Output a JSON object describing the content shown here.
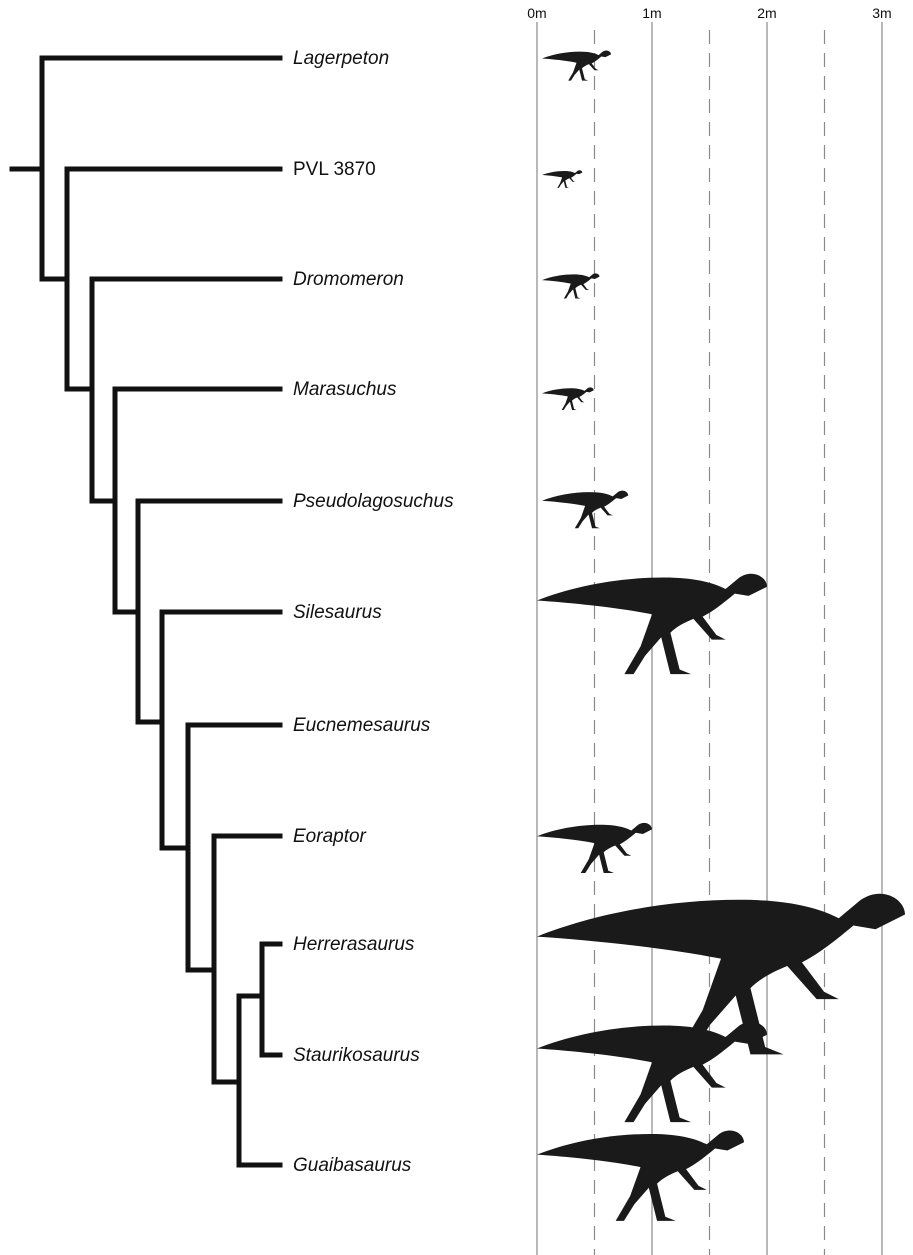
{
  "diagram": {
    "scale": {
      "unit_labels": [
        "0m",
        "1m",
        "2m",
        "3m"
      ],
      "solid_lines_m": [
        0,
        1,
        2,
        3
      ],
      "dashed_lines_m": [
        0.5,
        1.5,
        2.5
      ]
    },
    "taxa": [
      {
        "name": "Lagerpeton",
        "italic": true,
        "body_length_m": 0.6
      },
      {
        "name": "PVL 3870",
        "italic": false,
        "body_length_m": 0.35
      },
      {
        "name": "Dromomeron",
        "italic": true,
        "body_length_m": 0.5
      },
      {
        "name": "Marasuchus",
        "italic": true,
        "body_length_m": 0.45
      },
      {
        "name": "Pseudolagosuchus",
        "italic": true,
        "body_length_m": 0.75
      },
      {
        "name": "Silesaurus",
        "italic": true,
        "body_length_m": 2.0
      },
      {
        "name": "Eucnemesaurus",
        "italic": true,
        "body_length_m": null
      },
      {
        "name": "Eoraptor",
        "italic": true,
        "body_length_m": 1.0
      },
      {
        "name": "Herrerasaurus",
        "italic": true,
        "body_length_m": 3.2
      },
      {
        "name": "Staurikosaurus",
        "italic": true,
        "body_length_m": 2.0
      },
      {
        "name": "Guaibasaurus",
        "italic": true,
        "body_length_m": 1.8
      }
    ],
    "colors": {
      "tree": "#111111",
      "silhouette": "#1a1a1a",
      "grid": "#8a8a8a"
    }
  }
}
